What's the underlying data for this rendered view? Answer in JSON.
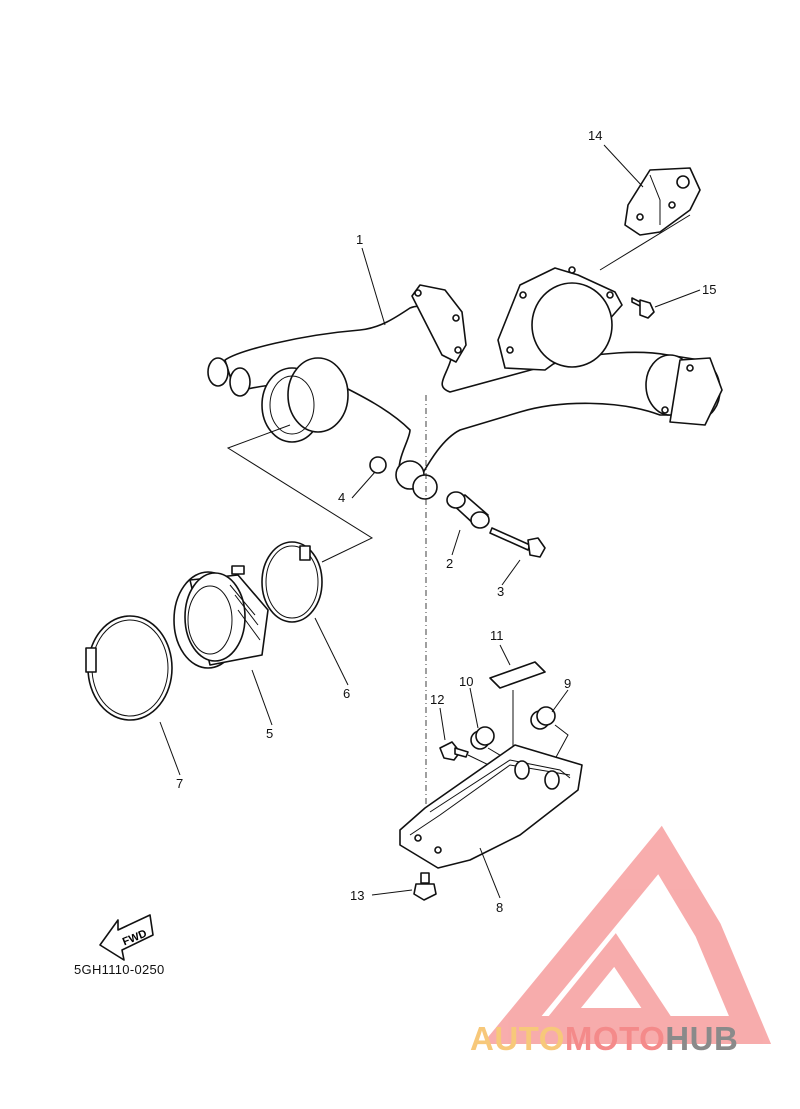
{
  "diagram": {
    "callouts": [
      {
        "id": "c1",
        "label": "1"
      },
      {
        "id": "c2",
        "label": "2"
      },
      {
        "id": "c3",
        "label": "3"
      },
      {
        "id": "c4",
        "label": "4"
      },
      {
        "id": "c5",
        "label": "5"
      },
      {
        "id": "c6",
        "label": "6"
      },
      {
        "id": "c7",
        "label": "7"
      },
      {
        "id": "c8",
        "label": "8"
      },
      {
        "id": "c9",
        "label": "9"
      },
      {
        "id": "c10",
        "label": "10"
      },
      {
        "id": "c11",
        "label": "11"
      },
      {
        "id": "c12",
        "label": "12"
      },
      {
        "id": "c13",
        "label": "13"
      },
      {
        "id": "c14",
        "label": "14"
      },
      {
        "id": "c15",
        "label": "15"
      }
    ],
    "fwd_label": "FWD",
    "diagram_code": "5GH1110-0250"
  },
  "watermark": {
    "part1": "AUTO",
    "part2": "MOTO",
    "part3": "HUB",
    "colors": {
      "auto": "#f7c87a",
      "moto": "#f48a8a",
      "hub": "#8a8a8a",
      "logo": "#f26a6a"
    }
  }
}
